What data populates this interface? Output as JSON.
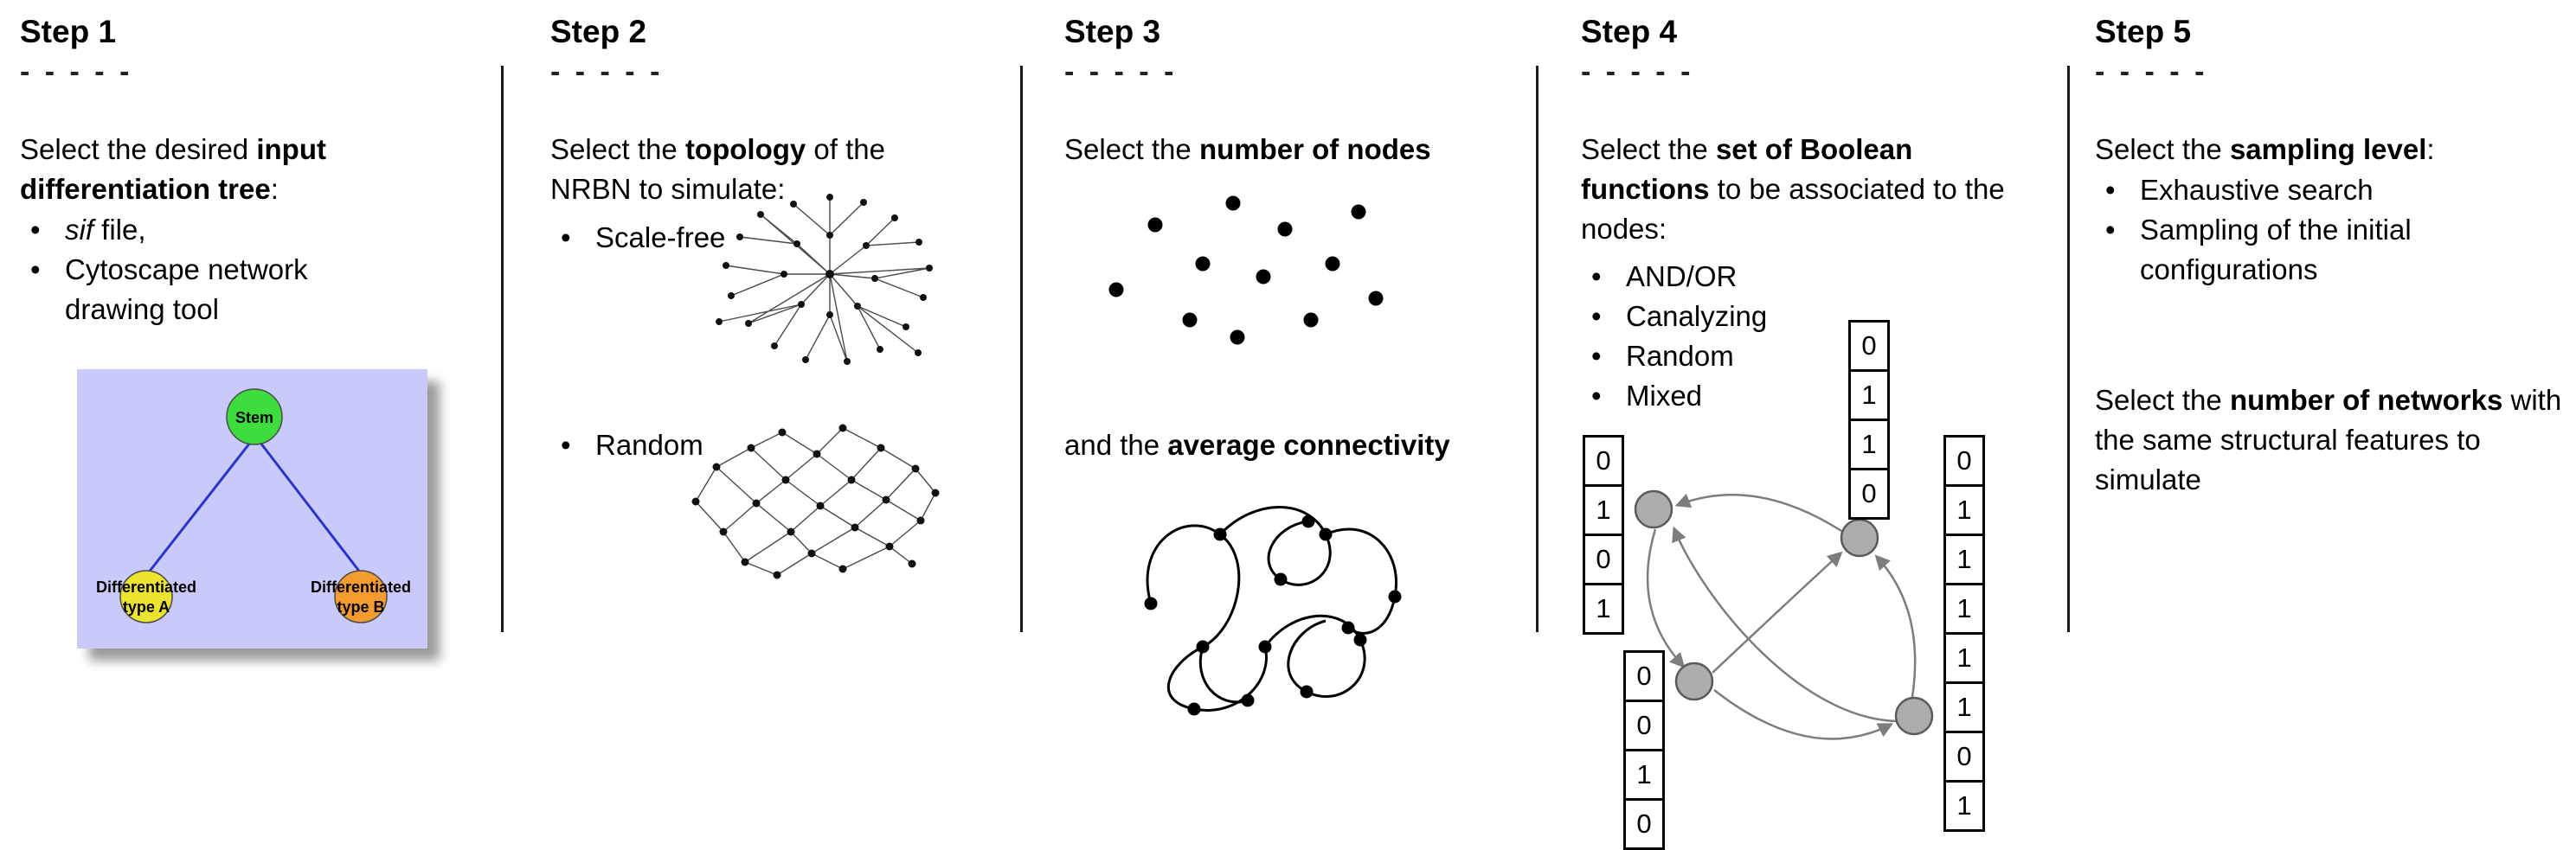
{
  "meta": {
    "dashes": "- - - - -"
  },
  "steps": [
    {
      "header": "Step 1",
      "title": {
        "pre": "Select the desired ",
        "bold": "input differentiation tree",
        "post": ":"
      },
      "bullets": [
        {
          "italic": "sif",
          "text": " file,"
        },
        {
          "text": "Cytoscape network drawing tool"
        }
      ],
      "tree": {
        "stem_label": "Stem",
        "left_label_line1": "Differentiated",
        "left_label_line2": "type A",
        "right_label_line1": "Differentiated",
        "right_label_line2": "type B",
        "colors": {
          "background": "#c9c9fa",
          "stem": "#3ddd3d",
          "type_a": "#ece32f",
          "type_b": "#f59c2f",
          "edge": "#2a35c8"
        }
      }
    },
    {
      "header": "Step 2",
      "title": {
        "pre": "Select the ",
        "bold": "topology",
        "post": " of the NRBN to simulate:"
      },
      "bullets": [
        {
          "text": "Scale-free"
        },
        {
          "text": "Random"
        }
      ]
    },
    {
      "header": "Step 3",
      "title": {
        "pre": "Select the ",
        "bold": "number of nodes",
        "post": ""
      },
      "subtitle": {
        "pre": "and the ",
        "bold": "average connectivity",
        "post": ""
      }
    },
    {
      "header": "Step 4",
      "title": {
        "pre": "Select the ",
        "bold": "set of Boolean functions",
        "post": " to be associated to the nodes:"
      },
      "bullets": [
        {
          "text": "AND/OR"
        },
        {
          "text": "Canalyzing"
        },
        {
          "text": "Random"
        },
        {
          "text": "Mixed"
        }
      ],
      "tables": {
        "left": [
          "0",
          "1",
          "0",
          "1"
        ],
        "top": [
          "0",
          "1",
          "1",
          "0"
        ],
        "right": [
          "0",
          "1",
          "1",
          "1",
          "1",
          "1",
          "0",
          "1"
        ],
        "bottom_left": [
          "0",
          "0",
          "1",
          "0"
        ]
      }
    },
    {
      "header": "Step 5",
      "title": {
        "pre": "Select the ",
        "bold": "sampling level",
        "post": ":"
      },
      "bullets": [
        {
          "text": "Exhaustive search"
        },
        {
          "text": "Sampling of the initial configurations"
        }
      ],
      "paragraph2": {
        "pre": "Select the ",
        "bold": "number of networks",
        "post": " with the same structural features to simulate"
      }
    }
  ]
}
